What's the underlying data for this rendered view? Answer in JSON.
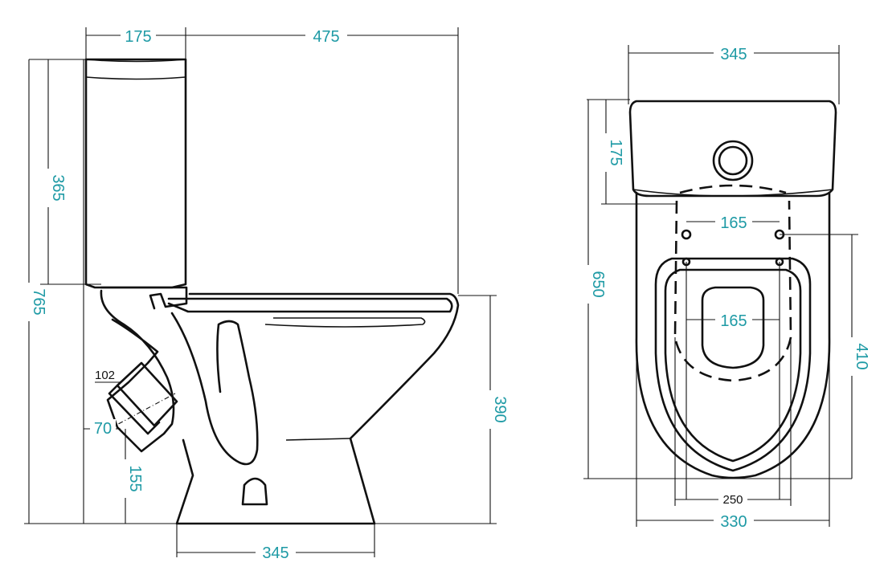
{
  "colors": {
    "dimension_text": "#1e9aa5",
    "line": "#111111",
    "background": "#ffffff"
  },
  "side_view": {
    "tank_depth": "175",
    "bowl_projection": "475",
    "tank_height": "365",
    "total_height": "765",
    "seat_height": "390",
    "outlet_diameter": "102",
    "outlet_offset": "70",
    "outlet_height": "155",
    "base_length": "345"
  },
  "top_view": {
    "tank_width": "345",
    "tank_depth": "175",
    "total_depth": "650",
    "hole_spacing_rear": "165",
    "hole_spacing_front": "165",
    "hole_depth": "410",
    "base_width": "250",
    "bowl_width": "330"
  }
}
